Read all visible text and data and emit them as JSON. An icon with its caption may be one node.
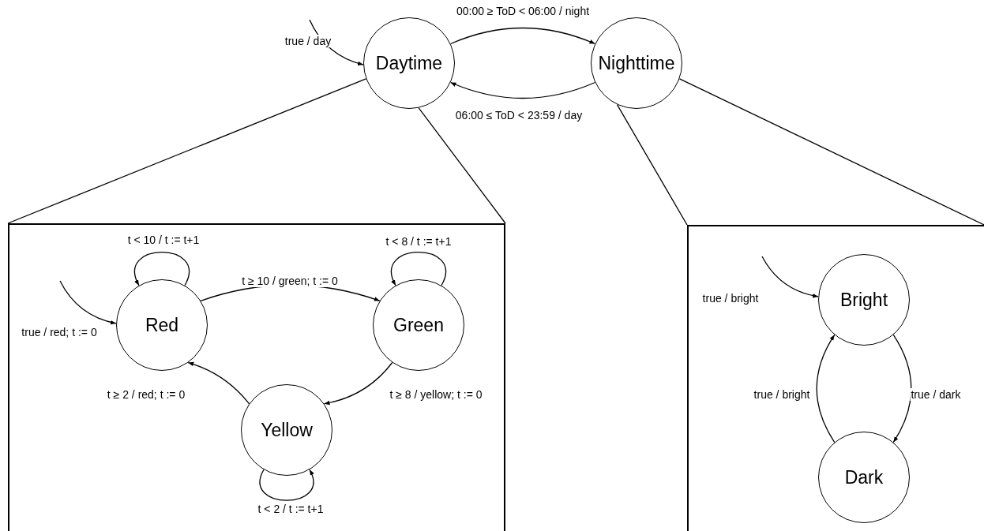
{
  "diagram": {
    "nodes": [
      {
        "text": [
          "Daytime"
        ]
      },
      {
        "text": [
          "Nighttime"
        ]
      },
      {
        "text": [],
        "shape": "box"
      },
      {
        "text": [
          "Red"
        ],
        "in": 2
      },
      {
        "text": [
          "Green"
        ],
        "in": 2
      },
      {
        "text": [
          "Yellow"
        ],
        "in": 2
      },
      {
        "text": [],
        "shape": "box"
      },
      {
        "text": [
          "Bright"
        ],
        "in": 6
      },
      {
        "text": [
          "Dark"
        ],
        "in": 6
      }
    ],
    "edges": [
      {
        "from": null,
        "to": 0,
        "arrow": "to",
        "label": "true / day"
      },
      {
        "from": 0,
        "to": 1,
        "arrow": "to",
        "label": "00:00 ≥ ToD < 06:00 / night"
      },
      {
        "from": 1,
        "to": 0,
        "arrow": "to",
        "label": "06:00 ≤ ToD < 23:59 / day"
      },
      {
        "from": 0,
        "to": 2,
        "arrow": "none"
      },
      {
        "from": 0,
        "to": 2,
        "arrow": "none"
      },
      {
        "from": 1,
        "to": 6,
        "arrow": "none"
      },
      {
        "from": 1,
        "to": 6,
        "arrow": "none"
      },
      {
        "from": null,
        "to": 3,
        "arrow": "to",
        "label": "true / red; t := 0"
      },
      {
        "from": 3,
        "to": 3,
        "arrow": "to",
        "label": "t < 10 / t := t+1"
      },
      {
        "from": 3,
        "to": 4,
        "arrow": "to",
        "label": "t ≥ 10 / green; t := 0"
      },
      {
        "from": 4,
        "to": 4,
        "arrow": "to",
        "label": "t < 8 / t := t+1"
      },
      {
        "from": 4,
        "to": 5,
        "arrow": "to",
        "label": "t ≥ 8 / yellow; t := 0"
      },
      {
        "from": 5,
        "to": 3,
        "arrow": "to",
        "label": "t ≥ 2 / red; t := 0"
      },
      {
        "from": 5,
        "to": 5,
        "arrow": "to",
        "label": "t < 2 / t := t+1"
      },
      {
        "from": null,
        "to": 7,
        "arrow": "to",
        "label": "true / bright"
      },
      {
        "from": 7,
        "to": 8,
        "arrow": "to",
        "label": "true / dark"
      },
      {
        "from": 8,
        "to": 7,
        "arrow": "to",
        "label": "true / bright"
      }
    ]
  }
}
